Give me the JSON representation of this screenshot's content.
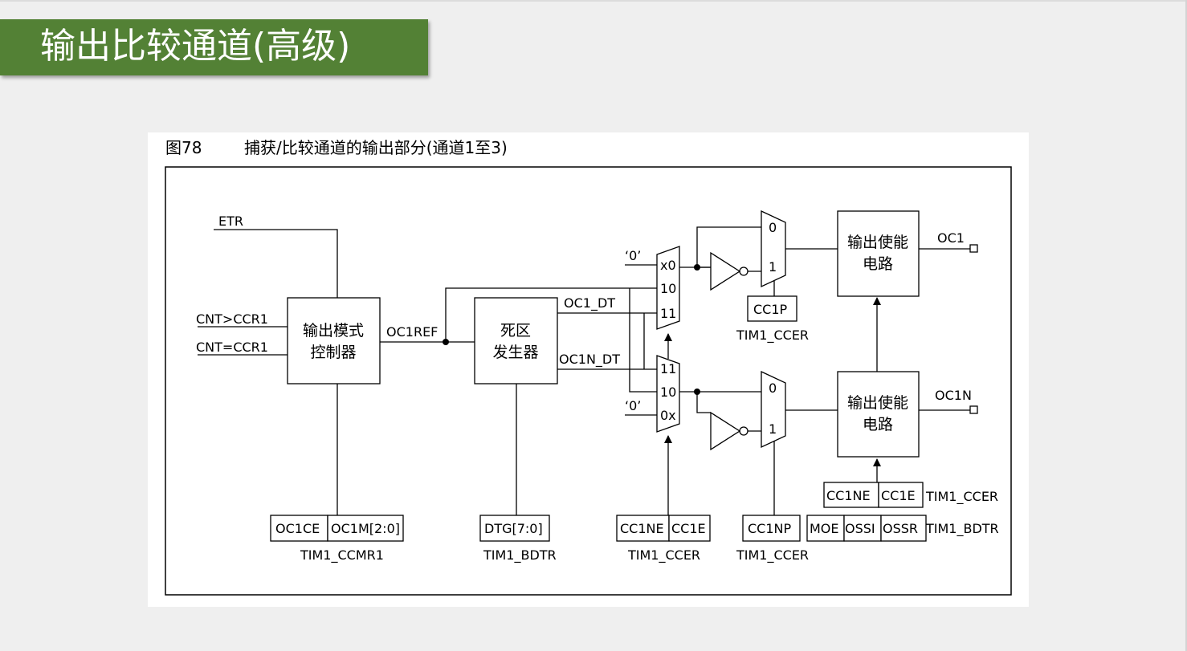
{
  "slide": {
    "title": "输出比较通道(高级)"
  },
  "figure": {
    "number": "图78",
    "caption": "捕获/比较通道的输出部分(通道1至3)"
  },
  "labels": {
    "etr": "ETR",
    "cnt_gt": "CNT>CCR1",
    "cnt_eq": "CNT=CCR1",
    "oc1ref": "OC1REF",
    "oc1_dt": "OC1_DT",
    "oc1n_dt": "OC1N_DT",
    "zero_top": "‘0’",
    "zero_bot": "‘0’",
    "mux_top_x0": "x0",
    "mux_top_10": "10",
    "mux_top_11": "11",
    "mux_bot_11": "11",
    "mux_bot_10": "10",
    "mux_bot_0x": "0x",
    "sel_top_0": "0",
    "sel_top_1": "1",
    "sel_bot_0": "0",
    "sel_bot_1": "1",
    "oc1": "OC1",
    "oc1n": "OC1N"
  },
  "blocks": {
    "mode_controller": [
      "输出模式",
      "控制器"
    ],
    "dead_zone": [
      "死区",
      "发生器"
    ],
    "enable_top": [
      "输出使能",
      "电路"
    ],
    "enable_bot": [
      "输出使能",
      "电路"
    ]
  },
  "registers": {
    "ccmr1": {
      "fields": [
        "OC1CE",
        "OC1M[2:0]"
      ],
      "name": "TIM1_CCMR1"
    },
    "bdtr_dtg": {
      "fields": [
        "DTG[7:0]"
      ],
      "name": "TIM1_BDTR"
    },
    "ccer_mux": {
      "fields": [
        "CC1NE",
        "CC1E"
      ],
      "name": "TIM1_CCER"
    },
    "ccer_cc1p": {
      "fields": [
        "CC1P"
      ],
      "name": "TIM1_CCER"
    },
    "ccer_cc1np": {
      "fields": [
        "CC1NP"
      ],
      "name": "TIM1_CCER"
    },
    "ccer_enable": {
      "fields": [
        "CC1NE",
        "CC1E"
      ],
      "name": "TIM1_CCER"
    },
    "bdtr_enable": {
      "fields": [
        "MOE",
        "OSSI",
        "OSSR"
      ],
      "name": "TIM1_BDTR"
    }
  }
}
